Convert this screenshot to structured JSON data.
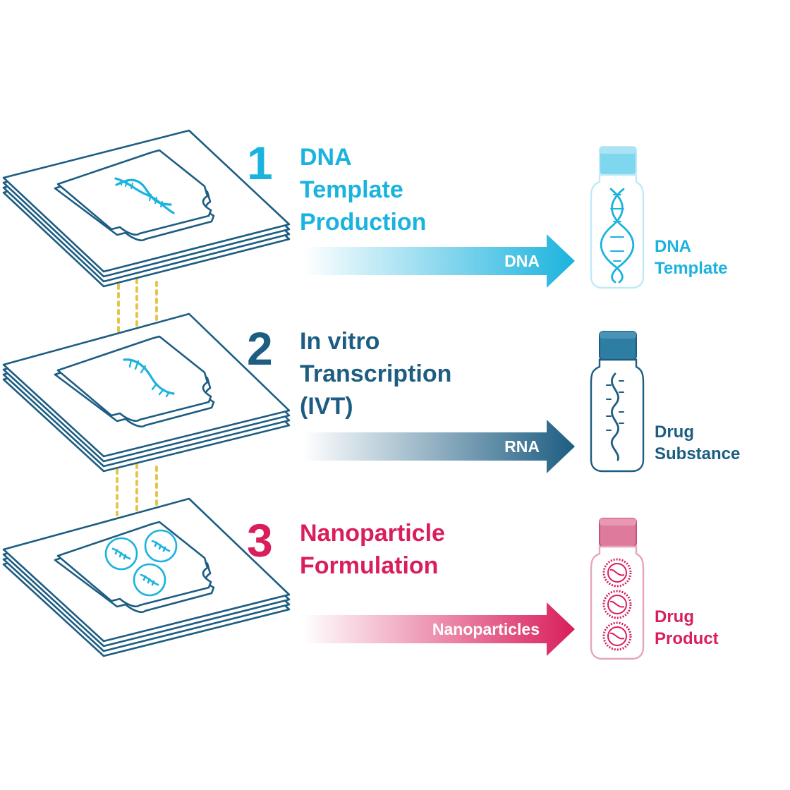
{
  "colors": {
    "outline": "#1d5d82",
    "dna": "#1bb3de",
    "rna": "#1d5d82",
    "nano": "#d91e5b",
    "connector": "#e5c64a"
  },
  "steps": [
    {
      "number": "1",
      "title_lines": [
        "DNA",
        "Template",
        "Production"
      ],
      "arrow_label": "DNA",
      "product_lines": [
        "DNA",
        "Template"
      ],
      "layer_icon": "dna-double-helix-icon",
      "vial_icon": "dna-helix-vial-icon"
    },
    {
      "number": "2",
      "title_lines": [
        "In vitro",
        "Transcription",
        "(IVT)"
      ],
      "arrow_label": "RNA",
      "product_lines": [
        "Drug",
        "Substance"
      ],
      "layer_icon": "rna-single-strand-icon",
      "vial_icon": "rna-strand-vial-icon"
    },
    {
      "number": "3",
      "title_lines": [
        "Nanoparticle",
        "Formulation"
      ],
      "arrow_label": "Nanoparticles",
      "product_lines": [
        "Drug",
        "Product"
      ],
      "layer_icon": "nanoparticle-cluster-icon",
      "vial_icon": "nanoparticle-vial-icon"
    }
  ]
}
